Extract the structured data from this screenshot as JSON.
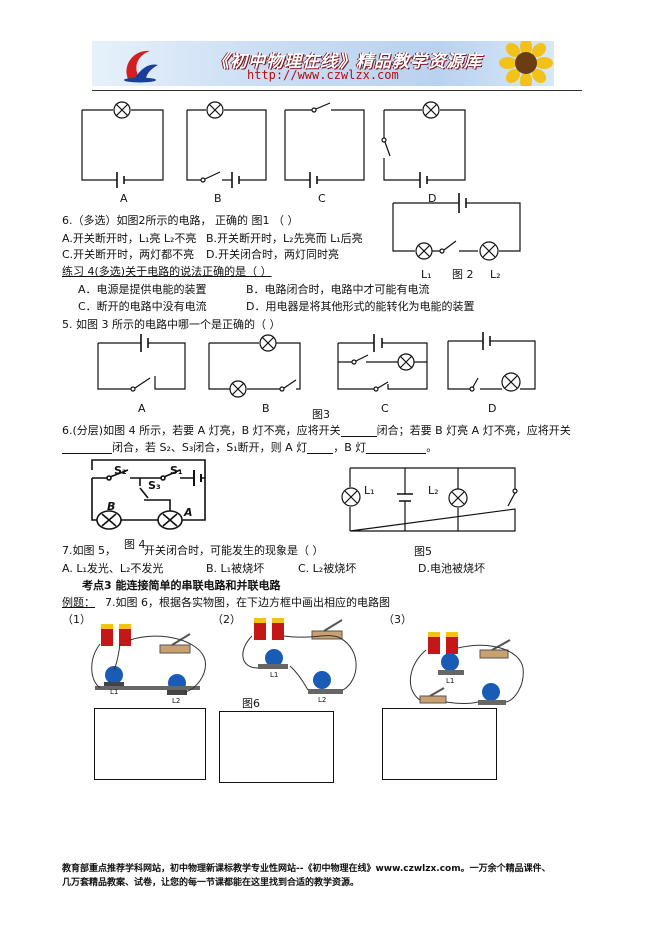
{
  "header": {
    "banner_title": "《初中物理在线》精品教学资源库",
    "banner_url": "http://www.czwlzx.com"
  },
  "top_circuits": {
    "labels": [
      "A",
      "B",
      "C",
      "D"
    ]
  },
  "q6a": {
    "stem": "6.（多选）如图2所示的电路， 正确的",
    "fig_label": "图1",
    "paren": "（    ）",
    "opt_a": "A.开关断开时，L₁亮 L₂不亮",
    "opt_b": "B.开关断开时，L₂先亮而 L₁后亮",
    "opt_c": "C.开关断开时，两灯都不亮",
    "opt_d": "D.开关闭合时，两灯同时亮",
    "fig2_label": "图 2",
    "l1": "L₁",
    "l2": "L₂"
  },
  "practice4": {
    "stem": "练习 4(多选)关于电路的说法正确的是（      ）",
    "opt_a": "A．电源是提供电能的装置",
    "opt_b": "B．电路闭合时，电路中才可能有电流",
    "opt_c": "C．断开的电路中没有电流",
    "opt_d": "D．用电器是将其他形式的能转化为电能的装置"
  },
  "q5": {
    "stem": "5. 如图 3 所示的电路中哪一个是正确的（      ）",
    "labels": [
      "A",
      "B",
      "C",
      "D"
    ],
    "fig_label": "图3"
  },
  "q6b": {
    "line1_pre": "6.(分层)如图 4 所示，若要 A 灯亮，B 灯不亮，应将开关",
    "line1_mid": "闭合；若要 B 灯亮 A 灯不亮，应将开关",
    "line2_mid": "闭合，若 S₂、S₃闭合，S₁断开，则 A 灯",
    "line2_b": "，B 灯",
    "line2_end": "。",
    "s1": "S₁",
    "s2": "S₂",
    "s3": "S₃",
    "lamp_a": "A",
    "lamp_b": "B",
    "fig4_label": "图 4",
    "fig5_label": "图5",
    "fig5_l1": "L₁",
    "fig5_l2": "L₂"
  },
  "q7": {
    "stem_pre": "7.如图 5，",
    "stem_post": "开关闭合时，可能发生的现象是（      ）",
    "opt_a": "A. L₁发光、L₂不发光",
    "opt_b": "B. L₁被烧坏",
    "opt_c": "C. L₂被烧坏",
    "opt_d": "D.电池被烧坏"
  },
  "section3": {
    "title": "考点3   能连接简单的串联电路和并联电路",
    "example_label": "例题：",
    "example_text": "7.如图 6，根据各实物图，在下边方框中画出相应的电路图",
    "sub_labels": [
      "（1）",
      "（2）",
      "（3）"
    ],
    "fig6_label": "图6",
    "lamp_l1": "L1",
    "lamp_l2": "L2"
  },
  "footer": {
    "line1": "教育部重点推荐学科网站，初中物理新课标教学专业性网站--《初中物理在线》www.czwlzx.com。一万余个精品课件、",
    "line2": "几万套精品教案、试卷，让您的每一节课都能在这里找到合适的教学资源。"
  }
}
